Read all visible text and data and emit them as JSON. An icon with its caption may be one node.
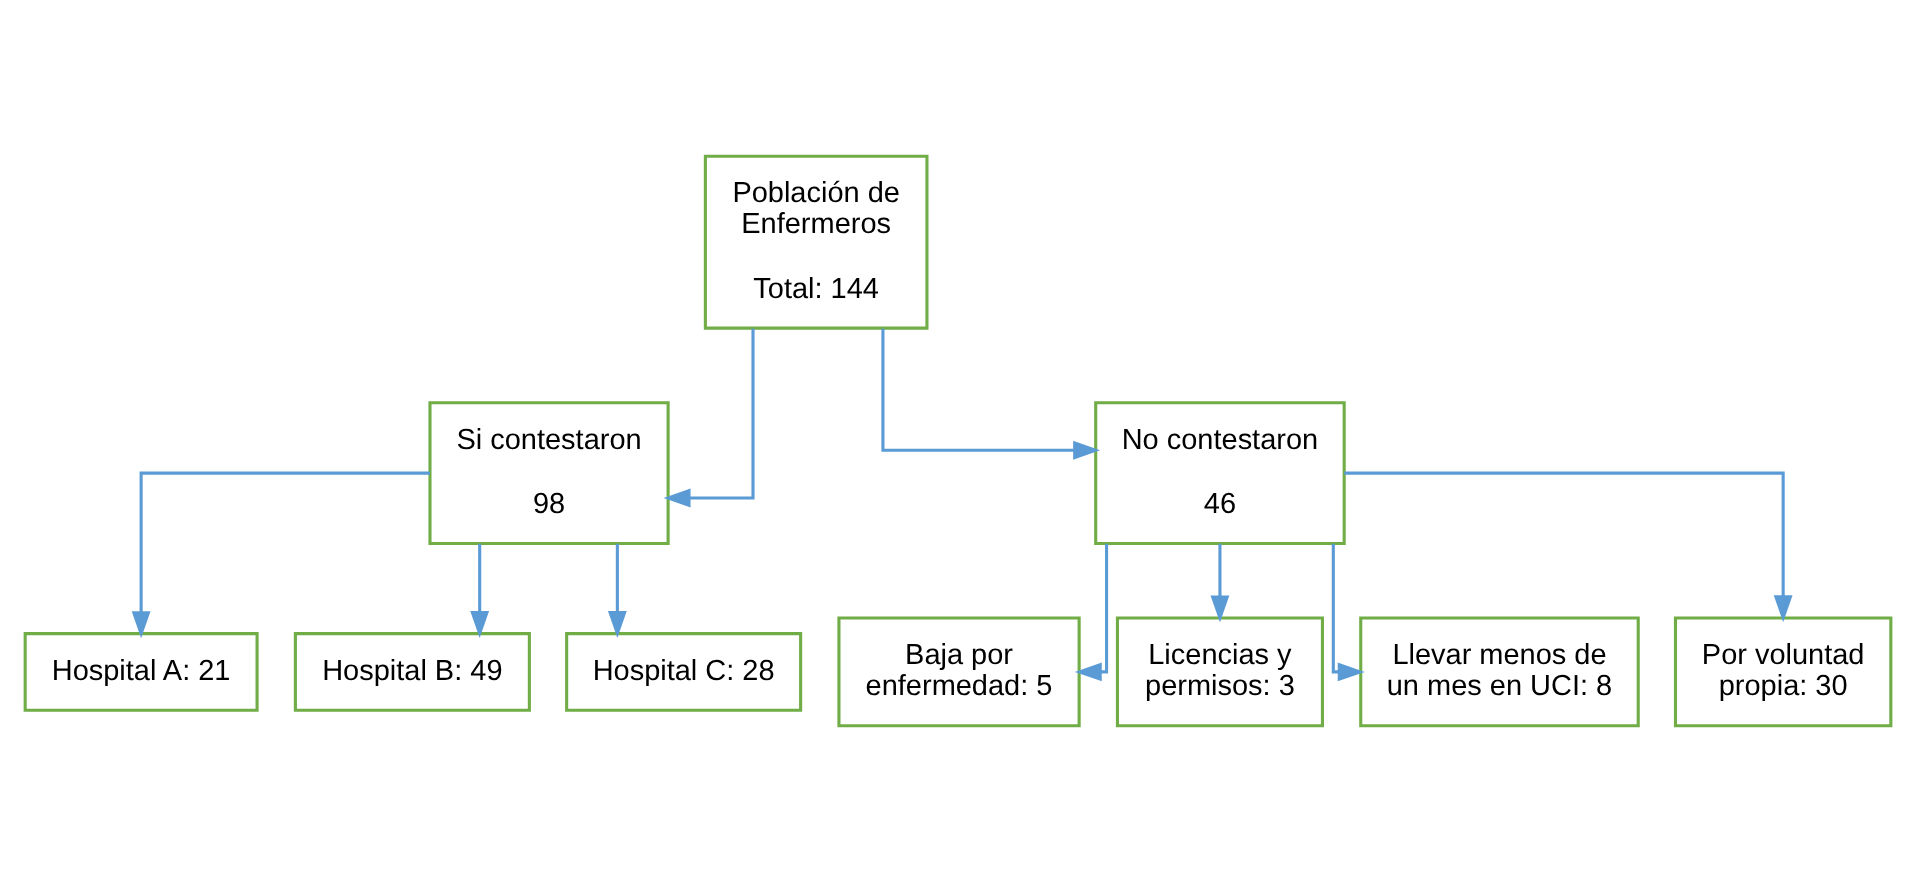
{
  "diagram": {
    "nodes": [
      {
        "text": [
          "Población de Enfermeros",
          "Total: 144"
        ]
      },
      {
        "text": [
          "Si contestaron",
          "98"
        ]
      },
      {
        "text": [
          "No contestaron",
          "46"
        ]
      },
      {
        "text": [
          "Hospital A: 21"
        ]
      },
      {
        "text": [
          "Hospital B: 49"
        ]
      },
      {
        "text": [
          "Hospital C: 28"
        ]
      },
      {
        "text": [
          "Baja por enfermedad: 5"
        ]
      },
      {
        "text": [
          "Licencias y permisos: 3"
        ]
      },
      {
        "text": [
          "Llevar menos de un mes en UCI: 8"
        ]
      },
      {
        "text": [
          "Por voluntad propia: 30"
        ]
      }
    ],
    "edges": [
      {
        "from": 0,
        "to": 1,
        "arrow": "to"
      },
      {
        "from": 0,
        "to": 2,
        "arrow": "to"
      },
      {
        "from": 1,
        "to": 3,
        "arrow": "to"
      },
      {
        "from": 1,
        "to": 4,
        "arrow": "to"
      },
      {
        "from": 1,
        "to": 5,
        "arrow": "to"
      },
      {
        "from": 2,
        "to": 6,
        "arrow": "to"
      },
      {
        "from": 2,
        "to": 7,
        "arrow": "to"
      },
      {
        "from": 2,
        "to": 8,
        "arrow": "to"
      },
      {
        "from": 2,
        "to": 9,
        "arrow": "to"
      }
    ]
  }
}
